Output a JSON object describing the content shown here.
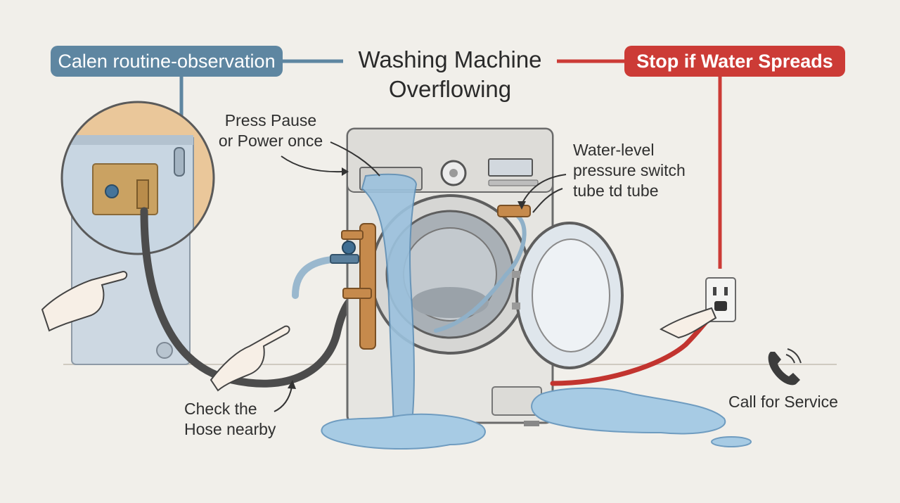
{
  "diagram": {
    "title_line1": "Washing Machine",
    "title_line2": "Overflowing",
    "left_badge": "Calen routine-observation",
    "right_badge": "Stop if Water Spreads",
    "labels": {
      "pause_line1": "Press Pause",
      "pause_line2": "or Power once",
      "switch_line1": "Water-level",
      "switch_line2": "pressure switch",
      "switch_line3": "tube td tube",
      "hose_line1": "Check the",
      "hose_line2": "Hose nearby",
      "call": "Call for Service"
    },
    "colors": {
      "background": "#f1efea",
      "blue_badge": "#5e86a1",
      "red_badge": "#cc3b36",
      "water": "#9cc2de",
      "hose_dark": "#4c4c4c",
      "hose_red": "#c2342f"
    },
    "icons": [
      "pointing-hand-icon",
      "phone-icon",
      "wall-outlet-icon",
      "water-valve-icon"
    ]
  }
}
